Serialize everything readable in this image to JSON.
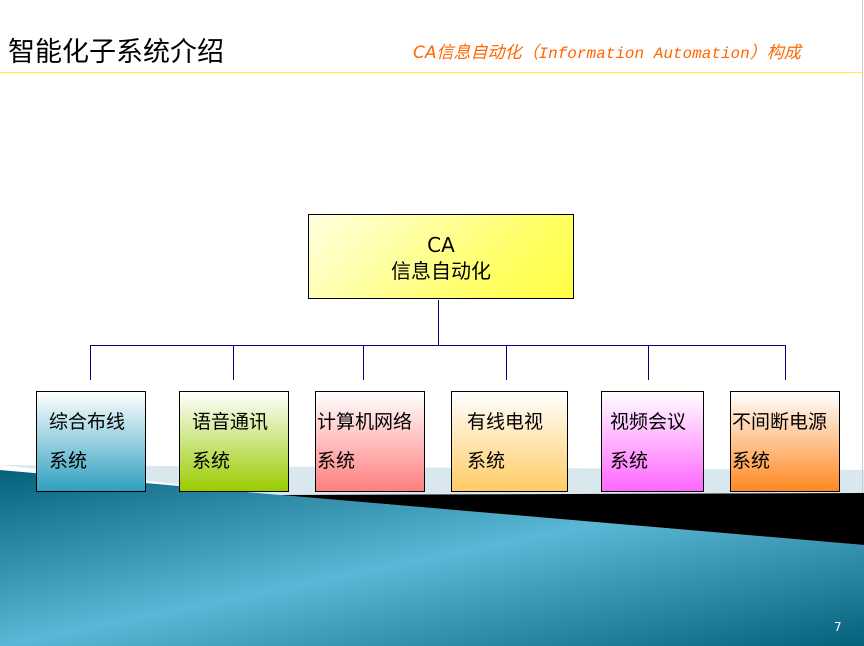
{
  "slide": {
    "title": "智能化子系统介绍",
    "subtitle_prefix": "CA信息自动化（",
    "subtitle_english": "Information Automation",
    "subtitle_suffix": "）构成",
    "page_number": "7"
  },
  "diagram": {
    "root": {
      "line1": "CA",
      "line2": "信息自动化"
    },
    "children": [
      {
        "line1": "综合布线",
        "line2": "系统",
        "color": "#2fa0c0"
      },
      {
        "line1": "语音通讯",
        "line2": "系统",
        "color": "#99cc00"
      },
      {
        "line1": "计算机网络",
        "line2": "系统",
        "color": "#ff7f7f"
      },
      {
        "line1": "有线电视",
        "line2": "系统",
        "color": "#ffcc66"
      },
      {
        "line1": "视频会议",
        "line2": "系统",
        "color": "#ff66ff"
      },
      {
        "line1": "不间断电源",
        "line2": "系统",
        "color": "#ff8822"
      }
    ]
  }
}
